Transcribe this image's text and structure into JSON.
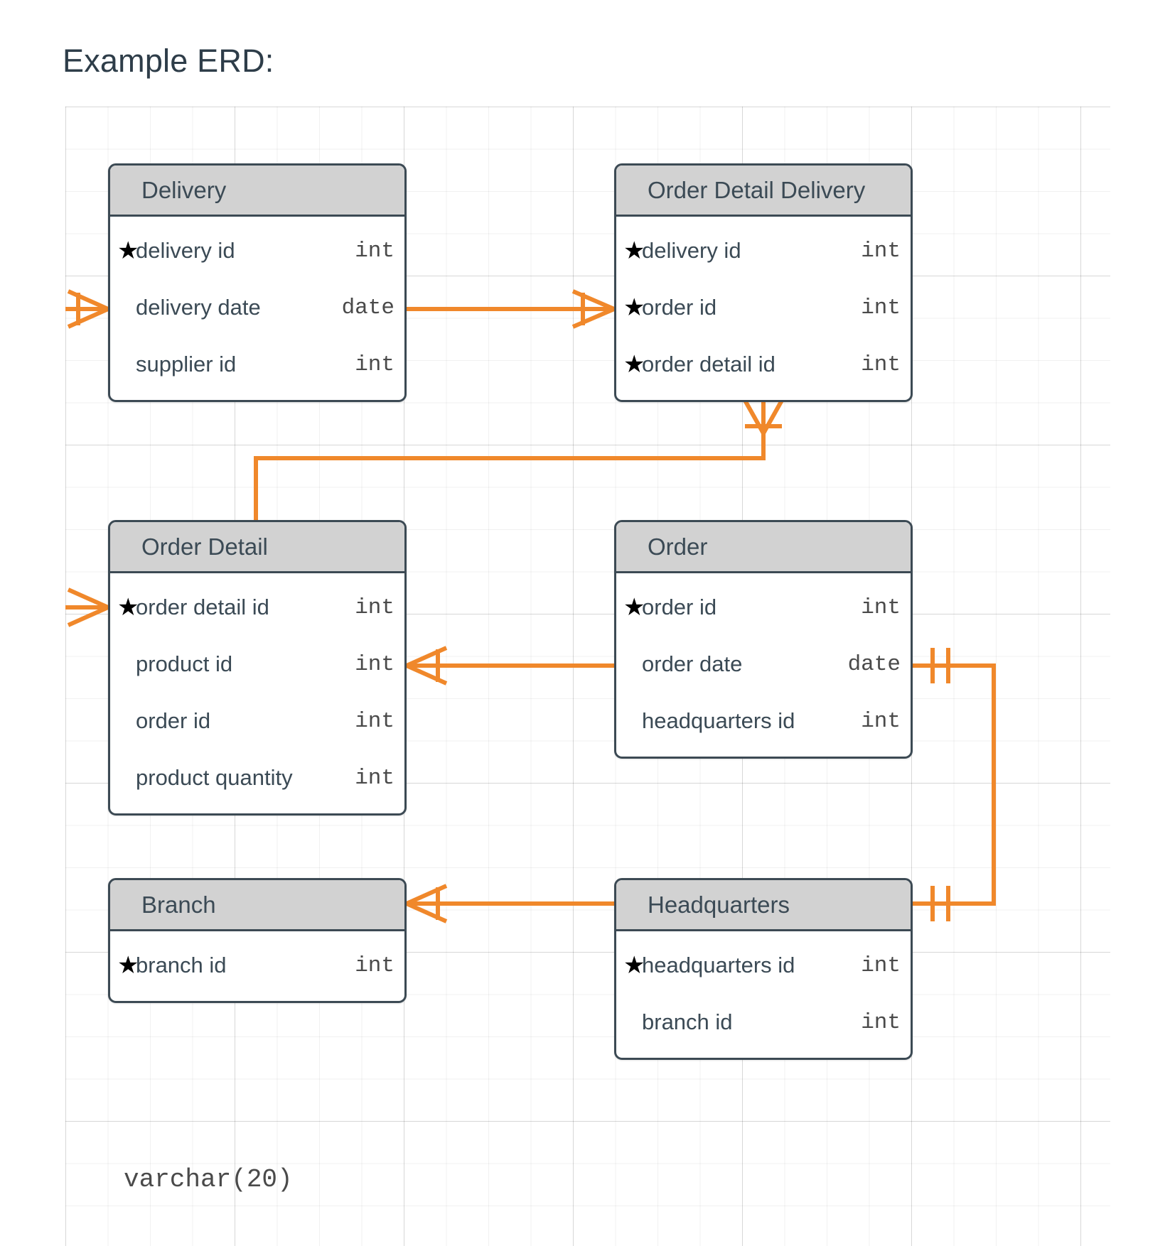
{
  "page": {
    "title": "Example ERD:",
    "stray_type_label": "varchar(20)",
    "colors": {
      "entity_border": "#3c4a54",
      "entity_header_bg": "#d2d2d2",
      "connector": "#f0882b",
      "text": "#3b4a55",
      "grid": "#e8e8e8"
    }
  },
  "entities": [
    {
      "name": "Delivery",
      "attributes": [
        {
          "pk": "★",
          "name": "delivery id",
          "type": "int"
        },
        {
          "pk": "",
          "name": "delivery date",
          "type": "date"
        },
        {
          "pk": "",
          "name": "supplier id",
          "type": "int"
        }
      ]
    },
    {
      "name": "Order Detail Delivery",
      "attributes": [
        {
          "pk": "★",
          "name": "delivery id",
          "type": "int"
        },
        {
          "pk": "★",
          "name": "order id",
          "type": "int"
        },
        {
          "pk": "★",
          "name": "order detail id",
          "type": "int"
        }
      ]
    },
    {
      "name": "Order Detail",
      "attributes": [
        {
          "pk": "★",
          "name": "order detail id",
          "type": "int"
        },
        {
          "pk": "",
          "name": "product id",
          "type": "int"
        },
        {
          "pk": "",
          "name": "order id",
          "type": "int"
        },
        {
          "pk": "",
          "name": "product quantity",
          "type": "int"
        }
      ]
    },
    {
      "name": "Order",
      "attributes": [
        {
          "pk": "★",
          "name": "order id",
          "type": "int"
        },
        {
          "pk": "",
          "name": "order date",
          "type": "date"
        },
        {
          "pk": "",
          "name": "headquarters id",
          "type": "int"
        }
      ]
    },
    {
      "name": "Branch",
      "attributes": [
        {
          "pk": "★",
          "name": "branch id",
          "type": "int"
        }
      ]
    },
    {
      "name": "Headquarters",
      "attributes": [
        {
          "pk": "★",
          "name": "headquarters id",
          "type": "int"
        },
        {
          "pk": "",
          "name": "branch id",
          "type": "int"
        }
      ]
    }
  ],
  "relationships": [
    {
      "from": "Delivery",
      "from_side": "left",
      "to": "(open)",
      "notation": "crows-foot"
    },
    {
      "from": "Delivery",
      "from_side": "right",
      "to": "Order Detail Delivery",
      "notation": "crows-foot"
    },
    {
      "from": "Order Detail Delivery",
      "from_side": "bottom",
      "to": "Order Detail",
      "notation": "crows-foot"
    },
    {
      "from": "Order Detail",
      "from_side": "left",
      "to": "(open)",
      "notation": "crows-foot"
    },
    {
      "from": "Order Detail",
      "from_side": "right",
      "to": "Order",
      "notation": "crows-foot"
    },
    {
      "from": "Order",
      "from_side": "right",
      "to": "Headquarters",
      "notation": "one-one"
    },
    {
      "from": "Branch",
      "from_side": "right",
      "to": "Headquarters",
      "notation": "crows-foot-one"
    }
  ]
}
